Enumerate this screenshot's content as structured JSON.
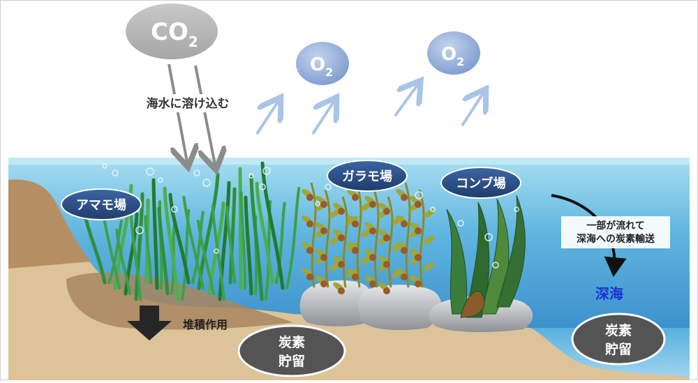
{
  "atmosphere": {
    "co2": {
      "base": "CO",
      "sub": "2"
    },
    "o2_left": {
      "base": "O",
      "sub": "2"
    },
    "o2_right": {
      "base": "O",
      "sub": "2"
    },
    "dissolve_label": "海水に溶け込む"
  },
  "habitats": {
    "eelgrass": "アマモ場",
    "sargassum": "ガラモ場",
    "kelp": "コンブ場"
  },
  "processes": {
    "sedimentation": "堆積作用",
    "transport_line1": "一部が流れて",
    "transport_line2": "深海への炭素輸送",
    "deep_sea": "深海"
  },
  "storage": {
    "left_line1": "炭素",
    "left_line2": "貯留",
    "right_line1": "炭素",
    "right_line2": "貯留"
  },
  "colors": {
    "co2_bubble": "#b3b3b3",
    "o2_bubble": "#8ea8d6",
    "habitat_label_bg": "#2c4f86",
    "storage_bg": "#555555",
    "deep_sea_text": "#1c2fd6",
    "water_top": "#9fd8ee",
    "water_deep": "#2d86c8",
    "seabed": "#d9bf95",
    "arrow_gray": "#8c8c8c",
    "arrow_light_blue": "#a9c4e6"
  }
}
